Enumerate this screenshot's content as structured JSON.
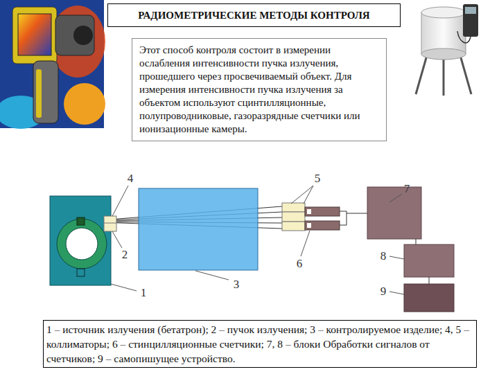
{
  "diagram": {
    "title": "РАДИОМЕТРИЧЕСКИЕ МЕТОДЫ КОНТРОЛЯ",
    "caption": "1 – источник излучения (бетатрон); 2 – пучок излучения; 3 – контролируемое изделие; 4, 5 – коллиматоры; 6 – стинцилляционные счетчики; 7, 8 – блоки Обработки сигналов от счетчиков; 9 – самопишущее устройство.",
    "nodes": [
      {
        "text": [
          "Этот способ контроля состоит в измерении ослабления интенсивности пучка излучения, прошедшего через просвечиваемый объект. Для измерения интенсивности пучка излучения за объектом используют сцинтилляционные, полупроводниковые, газоразрядные счетчики или ионизационные камеры."
        ]
      }
    ],
    "labels": [
      "4",
      "5",
      "7",
      "2",
      "8",
      "6",
      "3",
      "9",
      "1"
    ]
  }
}
